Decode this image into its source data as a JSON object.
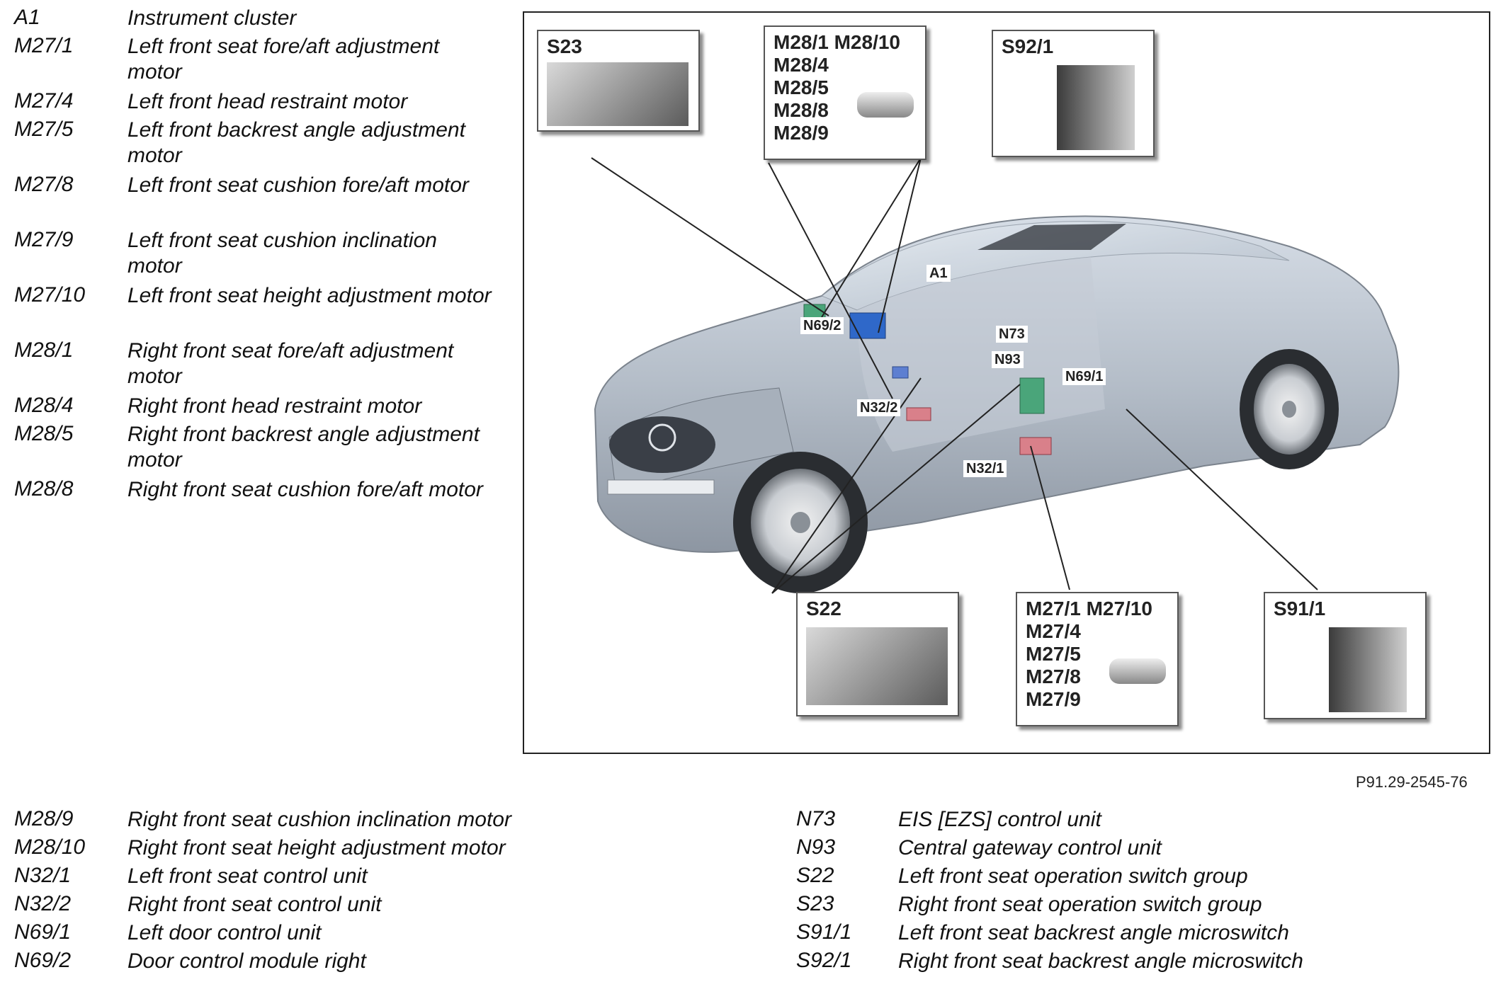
{
  "legend_top": [
    {
      "code": "A1",
      "desc": "Instrument cluster"
    },
    {
      "code": "M27/1",
      "desc": "Left front seat fore/aft adjustment motor"
    },
    {
      "code": "M27/4",
      "desc": "Left front head restraint motor"
    },
    {
      "code": "M27/5",
      "desc": "Left front backrest angle adjustment motor"
    },
    {
      "code": "M27/8",
      "desc": "Left front seat cushion fore/aft motor"
    },
    {
      "code": "M27/9",
      "desc": "Left front seat cushion inclination motor"
    },
    {
      "code": "M27/10",
      "desc": "Left front seat height adjustment motor"
    },
    {
      "code": "M28/1",
      "desc": "Right front seat fore/aft adjustment motor"
    },
    {
      "code": "M28/4",
      "desc": "Right front head restraint motor"
    },
    {
      "code": "M28/5",
      "desc": "Right front backrest angle adjustment motor"
    },
    {
      "code": "M28/8",
      "desc": "Right front seat cushion fore/aft motor"
    }
  ],
  "legend_bottom_left": [
    {
      "code": "M28/9",
      "desc": "Right front seat cushion inclination motor"
    },
    {
      "code": "M28/10",
      "desc": "Right front seat height adjustment motor"
    },
    {
      "code": "N32/1",
      "desc": "Left front seat control unit"
    },
    {
      "code": "N32/2",
      "desc": "Right front seat control unit"
    },
    {
      "code": "N69/1",
      "desc": "Left door control unit"
    },
    {
      "code": "N69/2",
      "desc": "Door control module right"
    }
  ],
  "legend_bottom_right": [
    {
      "code": "N73",
      "desc": "EIS [EZS] control unit"
    },
    {
      "code": "N93",
      "desc": "Central gateway control unit"
    },
    {
      "code": "S22",
      "desc": "Left front seat operation switch group"
    },
    {
      "code": "S23",
      "desc": "Right front seat operation switch group"
    },
    {
      "code": "S91/1",
      "desc": "Left front seat backrest angle microswitch"
    },
    {
      "code": "S92/1",
      "desc": "Right front seat backrest angle microswitch"
    }
  ],
  "figure": {
    "reference": "P91.29-2545-76",
    "callouts": {
      "s23": "S23",
      "m28": [
        "M28/1  M28/10",
        "M28/4",
        "M28/5",
        "M28/8",
        "M28/9"
      ],
      "s92": "S92/1",
      "s22": "S22",
      "m27": [
        "M27/1  M27/10",
        "M27/4",
        "M27/5",
        "M27/8",
        "M27/9"
      ],
      "s91": "S91/1"
    },
    "car_labels": {
      "a1": "A1",
      "n69_2": "N69/2",
      "n73": "N73",
      "n93": "N93",
      "n69_1": "N69/1",
      "n32_2": "N32/2",
      "n32_1": "N32/1"
    }
  }
}
